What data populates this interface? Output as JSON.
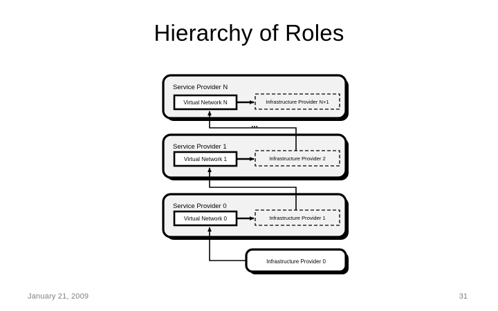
{
  "slide": {
    "title": "Hierarchy of Roles",
    "background_color": "#ffffff",
    "footer": {
      "date": "January 21, 2009",
      "page_number": "31",
      "text_color": "#7f7f7f"
    }
  },
  "diagram": {
    "type": "layered-hierarchy",
    "ellipsis": "...",
    "colors": {
      "outer_box_fill": "#f2f2f2",
      "outer_box_stroke": "#000000",
      "inner_box_fill": "#ffffff",
      "inner_box_stroke": "#000000",
      "dashed_box_stroke": "#000000",
      "shadow": "#000000",
      "connector": "#000000"
    },
    "layers": [
      {
        "id": "layer-n",
        "provider_label": "Service Provider N",
        "virtual_network_label": "Virtual Network N",
        "infrastructure_label": "Infrastructure Provider N+1"
      },
      {
        "id": "layer-1",
        "provider_label": "Service Provider 1",
        "virtual_network_label": "Virtual Network 1",
        "infrastructure_label": "Infrastructure Provider 2"
      },
      {
        "id": "layer-0",
        "provider_label": "Service Provider 0",
        "virtual_network_label": "Virtual Network 0",
        "infrastructure_label": "Infrastructure Provider 1"
      }
    ],
    "base_node": {
      "id": "base-infrastructure",
      "label": "Infrastructure Provider 0"
    }
  }
}
